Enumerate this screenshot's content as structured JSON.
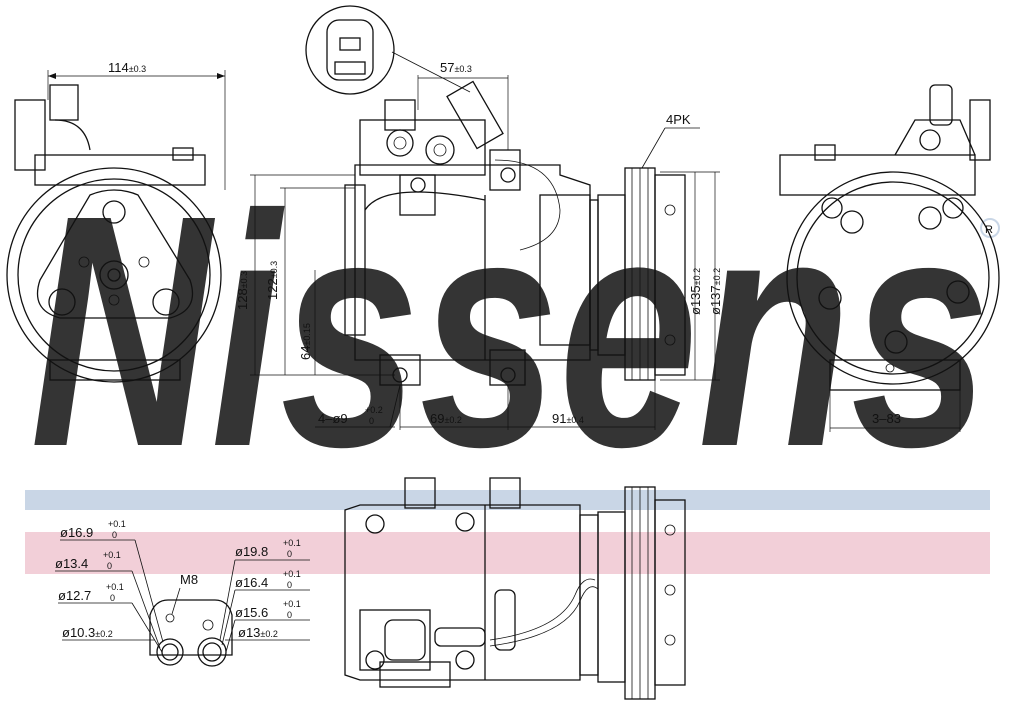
{
  "watermark": {
    "text": "Nissens",
    "color": "#c9d6e6"
  },
  "bands": {
    "blue": "#c9d6e6",
    "pink": "#f2cfd8"
  },
  "dimensions": {
    "top_width": {
      "main": "114",
      "tol": "±0.3"
    },
    "connector_offset": {
      "main": "57",
      "tol": "±0.3"
    },
    "belt": "4PK",
    "h128": {
      "main": "128",
      "tol": "±0.3"
    },
    "h122": {
      "main": "122",
      "tol": "±0.3"
    },
    "h64": {
      "main": "64",
      "tol": "±0.15"
    },
    "d135": {
      "main": "ø135",
      "tol": "±0.2"
    },
    "d137": {
      "main": "ø137",
      "tol": "±0.2"
    },
    "mount_holes": {
      "main": "4–ø9",
      "tol_up": "+0.2",
      "tol_lo": "0"
    },
    "w69": {
      "main": "69",
      "tol": "±0.2"
    },
    "w91": {
      "main": "91",
      "tol": "±0.4"
    },
    "side": "3–83"
  },
  "port_callouts": {
    "left": [
      {
        "main": "ø16.9",
        "tol_up": "+0.1",
        "tol_lo": "0"
      },
      {
        "main": "ø13.4",
        "tol_up": "+0.1",
        "tol_lo": "0"
      },
      {
        "main": "ø12.7",
        "tol_up": "+0.1",
        "tol_lo": "0"
      },
      {
        "main": "ø10.3",
        "tol": "±0.2"
      }
    ],
    "thread": "M8",
    "right": [
      {
        "main": "ø19.8",
        "tol_up": "+0.1",
        "tol_lo": "0"
      },
      {
        "main": "ø16.4",
        "tol_up": "+0.1",
        "tol_lo": "0"
      },
      {
        "main": "ø15.6",
        "tol_up": "+0.1",
        "tol_lo": "0"
      },
      {
        "main": "ø13",
        "tol": "±0.2"
      }
    ]
  }
}
